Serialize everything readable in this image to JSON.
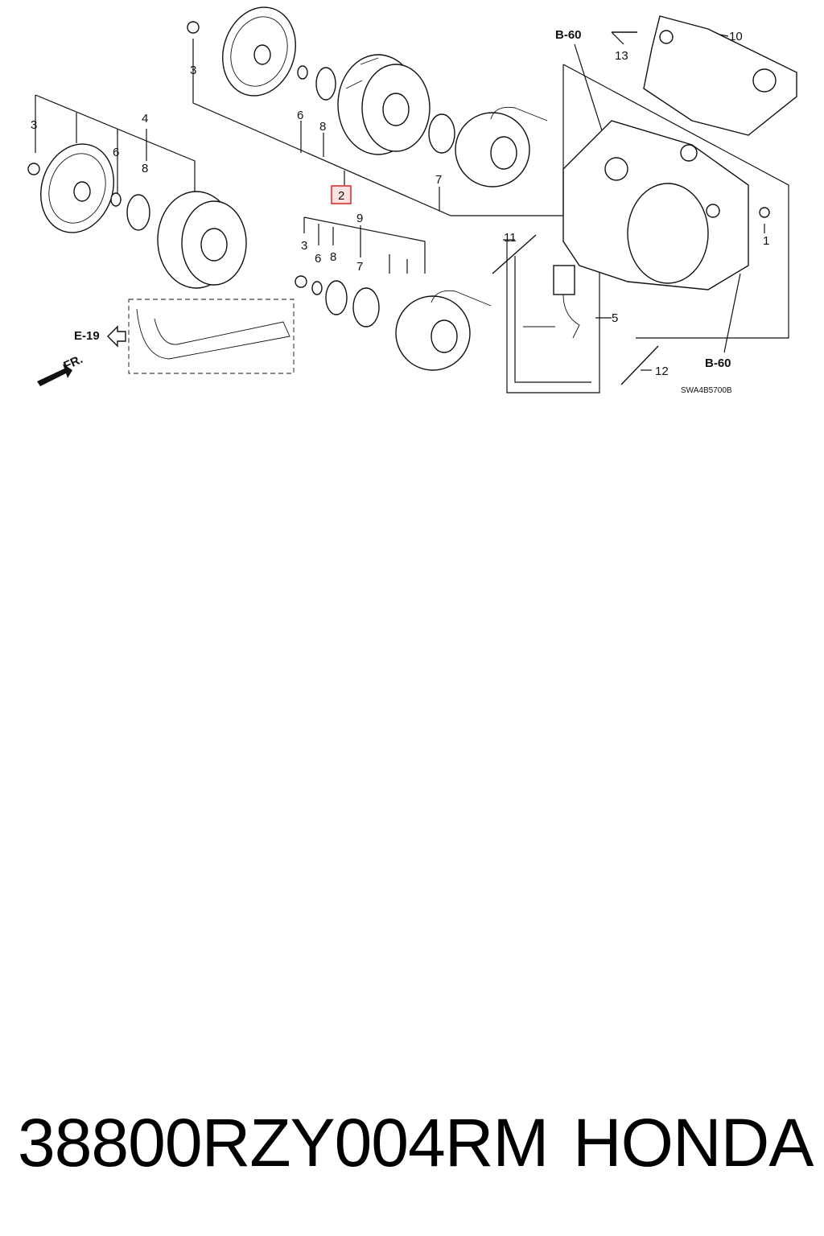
{
  "diagram": {
    "callouts": {
      "c1": "1",
      "c2": "2",
      "c3a": "3",
      "c3b": "3",
      "c3c": "3",
      "c4": "4",
      "c5": "5",
      "c6a": "6",
      "c6b": "6",
      "c6c": "6",
      "c7a": "7",
      "c7b": "7",
      "c8a": "8",
      "c8b": "8",
      "c8c": "8",
      "c9": "9",
      "c10": "10",
      "c11": "11",
      "c12": "12",
      "c13": "13"
    },
    "refs": {
      "b60_top": "B-60",
      "b60_bottom": "B-60",
      "e19": "E-19",
      "front": "FR."
    },
    "drawing_code": "SWA4B5700B",
    "highlighted_callout": "2"
  },
  "footer": {
    "part_number": "38800RZY004RM",
    "brand": "HONDA"
  }
}
